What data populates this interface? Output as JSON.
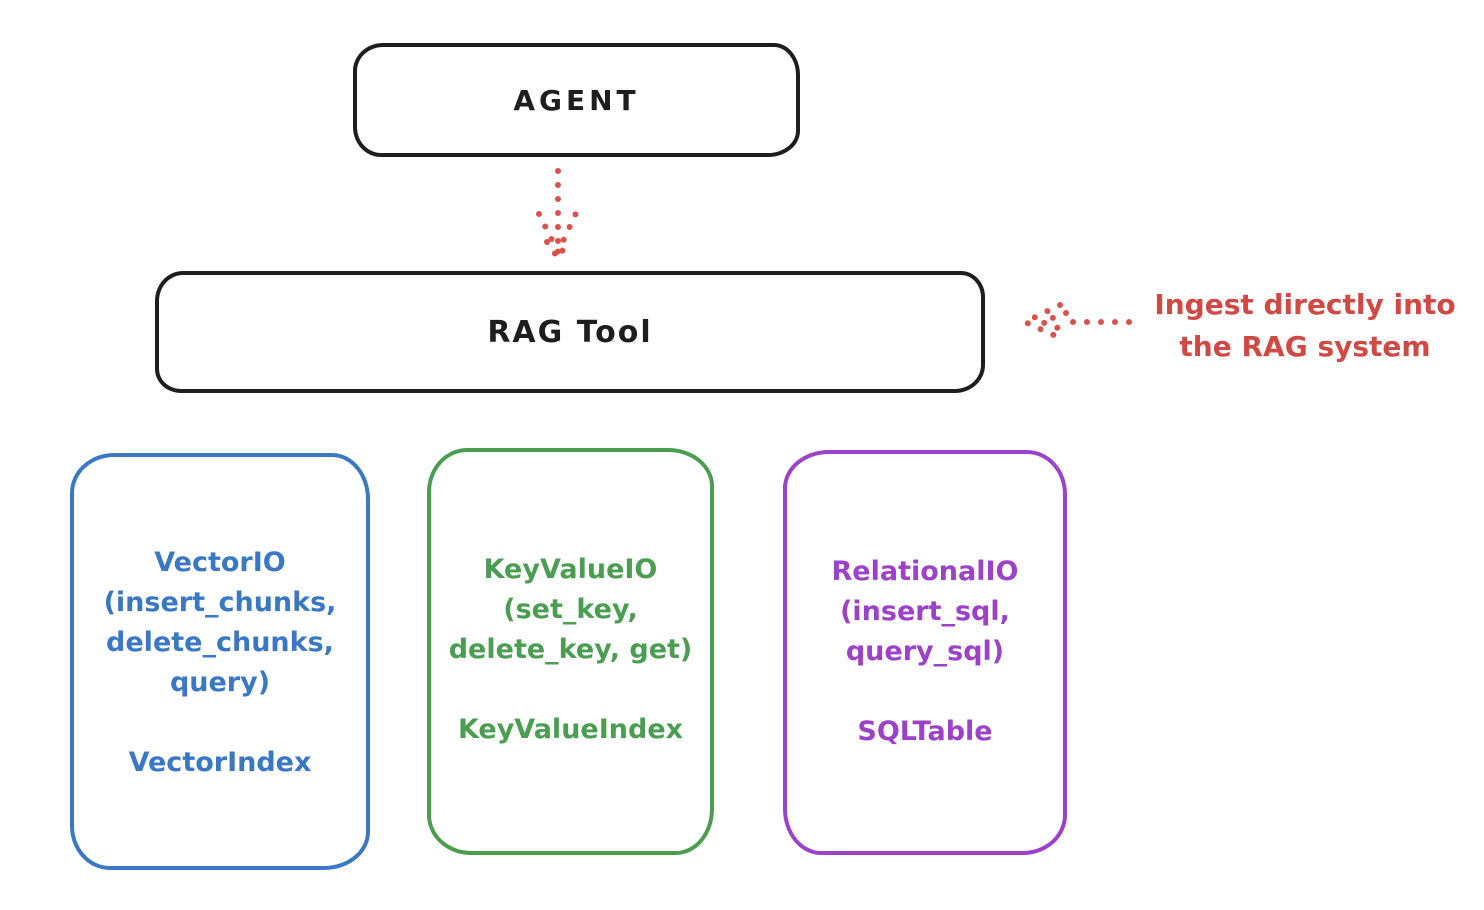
{
  "diagram": {
    "title_hidden": "",
    "colors": {
      "ink": "#1e1e1e",
      "red": "#cf4a45",
      "blue": "#3b78c4",
      "green": "#4b9e51",
      "purple": "#9c42c8",
      "background": "#ffffff"
    },
    "icons": {
      "agent_to_rag": "dotted-arrow-down-icon",
      "annotation_to_rag": "dotted-arrow-left-icon"
    }
  },
  "agent_box": {
    "label": "AGENT"
  },
  "rag_tool_box": {
    "label": "RAG Tool"
  },
  "annotation": {
    "lines": [
      "Ingest directly into",
      "the RAG system"
    ]
  },
  "io_boxes": [
    {
      "id": "vector-io",
      "lines": [
        "VectorIO",
        "(insert_chunks,",
        "delete_chunks,",
        "query)"
      ],
      "index_label": "VectorIndex"
    },
    {
      "id": "keyvalue-io",
      "lines": [
        "KeyValueIO",
        "(set_key,",
        "delete_key, get)"
      ],
      "index_label": "KeyValueIndex"
    },
    {
      "id": "relational-io",
      "lines": [
        "RelationalIO",
        "(insert_sql,",
        "query_sql)"
      ],
      "index_label": "SQLTable"
    }
  ]
}
